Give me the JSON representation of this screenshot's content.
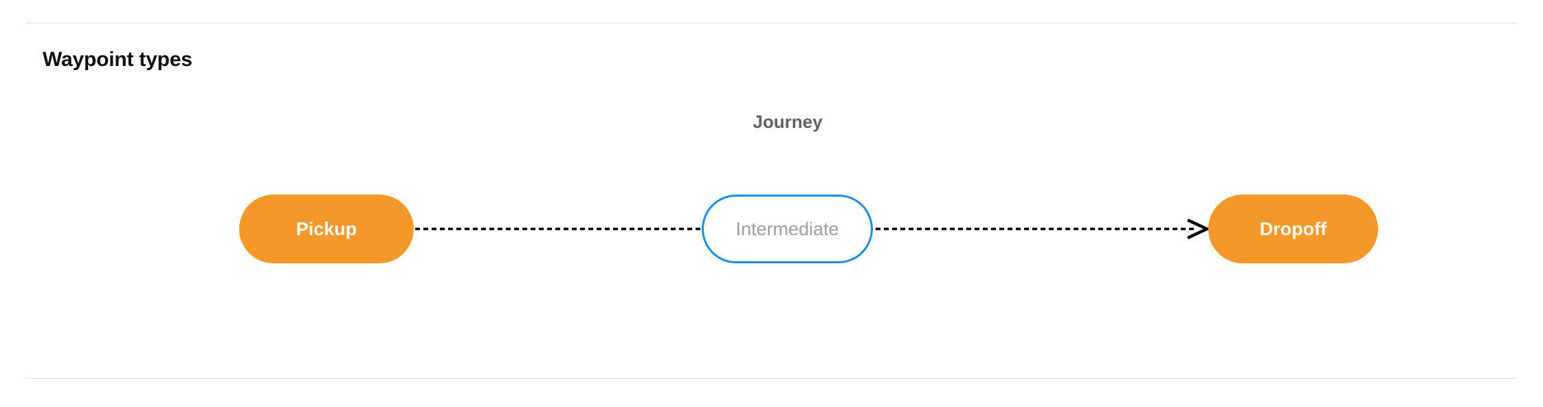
{
  "section": {
    "title": "Waypoint types"
  },
  "diagram": {
    "group_label": "Journey",
    "nodes": [
      {
        "id": "pickup",
        "label": "Pickup",
        "style": "filled",
        "fill": "#F5982A",
        "text_color": "#FFFFFF"
      },
      {
        "id": "intermediate",
        "label": "Intermediate",
        "style": "outline",
        "fill": "#FFFFFF",
        "border_color": "#1A8FE3",
        "text_color": "#9AA0A6"
      },
      {
        "id": "dropoff",
        "label": "Dropoff",
        "style": "filled",
        "fill": "#F5982A",
        "text_color": "#FFFFFF"
      }
    ],
    "edges": [
      {
        "from": "pickup",
        "to": "intermediate",
        "line": "dashed",
        "arrowhead": false
      },
      {
        "from": "intermediate",
        "to": "dropoff",
        "line": "dashed",
        "arrowhead": true
      }
    ],
    "edge_color": "#000000"
  }
}
